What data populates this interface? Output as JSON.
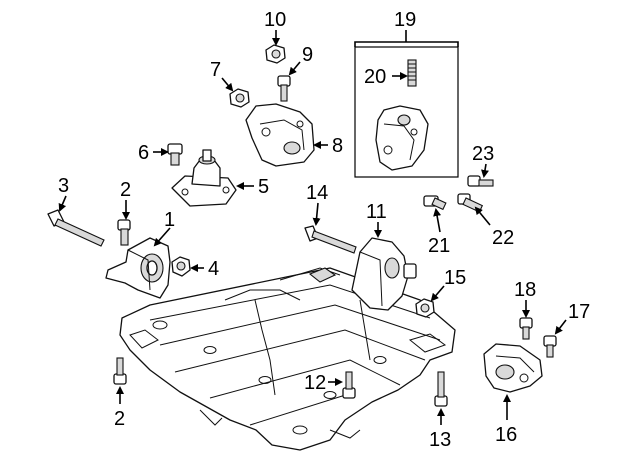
{
  "callouts": [
    {
      "id": "1",
      "text": "1"
    },
    {
      "id": "2a",
      "text": "2"
    },
    {
      "id": "2b",
      "text": "2"
    },
    {
      "id": "3",
      "text": "3"
    },
    {
      "id": "4",
      "text": "4"
    },
    {
      "id": "5",
      "text": "5"
    },
    {
      "id": "6",
      "text": "6"
    },
    {
      "id": "7",
      "text": "7"
    },
    {
      "id": "8",
      "text": "8"
    },
    {
      "id": "9",
      "text": "9"
    },
    {
      "id": "10",
      "text": "10"
    },
    {
      "id": "11",
      "text": "11"
    },
    {
      "id": "12",
      "text": "12"
    },
    {
      "id": "13",
      "text": "13"
    },
    {
      "id": "14",
      "text": "14"
    },
    {
      "id": "15",
      "text": "15"
    },
    {
      "id": "16",
      "text": "16"
    },
    {
      "id": "17",
      "text": "17"
    },
    {
      "id": "18",
      "text": "18"
    },
    {
      "id": "19",
      "text": "19"
    },
    {
      "id": "20",
      "text": "20"
    },
    {
      "id": "21",
      "text": "21"
    },
    {
      "id": "22",
      "text": "22"
    },
    {
      "id": "23",
      "text": "23"
    }
  ],
  "colors": {
    "line": "#111111",
    "shade": "#d9d9d9",
    "background": "#ffffff"
  }
}
